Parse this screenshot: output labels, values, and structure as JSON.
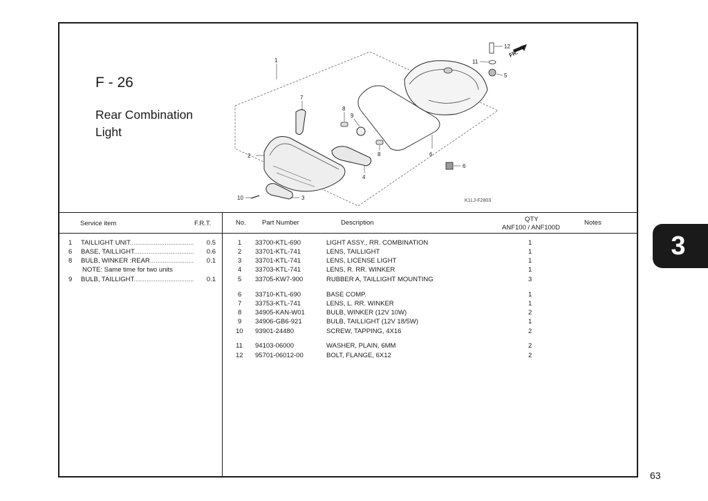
{
  "figure": {
    "code": "F - 26",
    "title_line1": "Rear Combination",
    "title_line2": "Light",
    "diagram_code": "K1LJ-F2803",
    "front_label": "FR.",
    "callouts": [
      "1",
      "2",
      "3",
      "4",
      "5",
      "6",
      "6",
      "7",
      "8",
      "8",
      "9",
      "10",
      "11",
      "12"
    ]
  },
  "service_table": {
    "header_item": "Service item",
    "header_frt": "F.R.T.",
    "rows": [
      {
        "no": "1",
        "label": "TAILLIGHT UNIT",
        "frt": "0.5"
      },
      {
        "no": "6",
        "label": "BASE, TAILLIGHT",
        "frt": "0.6"
      },
      {
        "no": "8",
        "label": "BULB, WINKER :REAR",
        "frt": "0.1"
      },
      {
        "no": "",
        "label": "NOTE: Same time for two units",
        "frt": ""
      },
      {
        "no": "9",
        "label": "BULB, TAILLIGHT",
        "frt": "0.1"
      }
    ]
  },
  "parts_table": {
    "header_no": "No.",
    "header_part": "Part Number",
    "header_desc": "Description",
    "header_qty_line1": "QTY",
    "header_qty_line2": "ANF100 / ANF100D",
    "header_notes": "Notes",
    "rows": [
      {
        "no": "1",
        "part": "33700-KTL-690",
        "desc": "LIGHT ASSY., RR. COMBINATION",
        "qty": "1"
      },
      {
        "no": "2",
        "part": "33701-KTL-741",
        "desc": "LENS, TAILLIGHT",
        "qty": "1"
      },
      {
        "no": "3",
        "part": "33701-KTL-741",
        "desc": "LENS, LICENSE LIGHT",
        "qty": "1"
      },
      {
        "no": "4",
        "part": "33703-KTL-741",
        "desc": "LENS, R. RR. WINKER",
        "qty": "1"
      },
      {
        "no": "5",
        "part": "33705-KW7-900",
        "desc": "RUBBER A, TAILLIGHT MOUNTING",
        "qty": "3"
      },
      {
        "no": "6",
        "part": "33710-KTL-690",
        "desc": "BASE COMP.",
        "qty": "1"
      },
      {
        "no": "7",
        "part": "33753-KTL-741",
        "desc": "LENS, L. RR. WINKER",
        "qty": "1"
      },
      {
        "no": "8",
        "part": "34905-KAN-W01",
        "desc": "BULB, WINKER (12V 10W)",
        "qty": "2"
      },
      {
        "no": "9",
        "part": "34906-GB6-921",
        "desc": "BULB, TAILLIGHT (12V 18/5W)",
        "qty": "1"
      },
      {
        "no": "10",
        "part": "93901-24480",
        "desc": "SCREW, TAPPING, 4X16",
        "qty": "2"
      },
      {
        "no": "11",
        "part": "94103-06000",
        "desc": "WASHER, PLAIN, 6MM",
        "qty": "2"
      },
      {
        "no": "12",
        "part": "95701-06012-00",
        "desc": "BOLT, FLANGE, 6X12",
        "qty": "2"
      }
    ]
  },
  "section_tab": "3",
  "page_number": "63"
}
